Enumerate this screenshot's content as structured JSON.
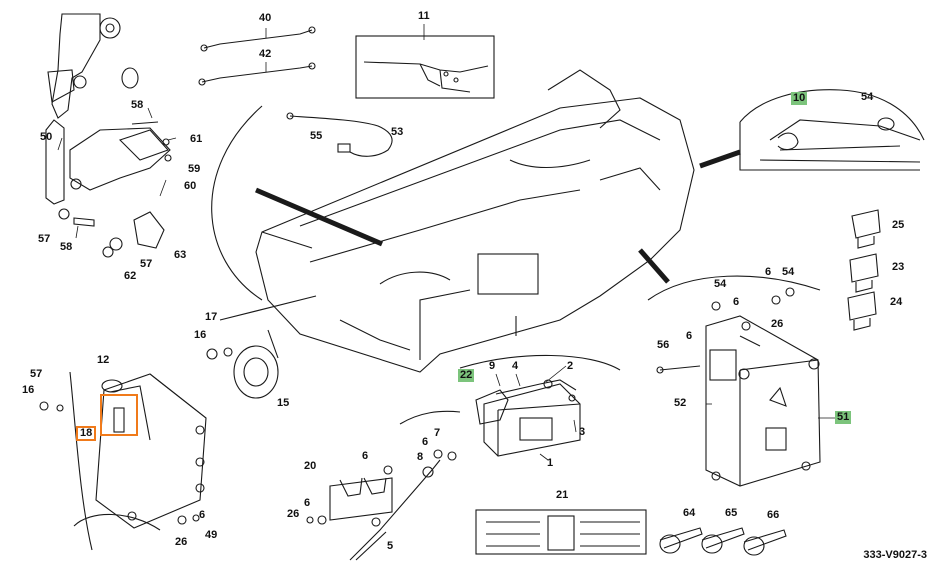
{
  "callouts": {
    "n40": "40",
    "n42": "42",
    "n11": "11",
    "n10": "10",
    "n54a": "54",
    "n50": "50",
    "n58a": "58",
    "n61": "61",
    "n59": "59",
    "n60": "60",
    "n57a": "57",
    "n58b": "58",
    "n57b": "57",
    "n62": "62",
    "n63": "63",
    "n55": "55",
    "n53": "53",
    "n25": "25",
    "n23": "23",
    "n24": "24",
    "n54b": "54",
    "n6a": "6",
    "n54c": "54",
    "n6b": "6",
    "n26a": "26",
    "n6c": "6",
    "n56": "56",
    "n52": "52",
    "n51": "51",
    "n17": "17",
    "n16a": "16",
    "n15": "15",
    "n12": "12",
    "n57c": "57",
    "n16b": "16",
    "n18": "18",
    "n22": "22",
    "n9": "9",
    "n4": "4",
    "n2": "2",
    "n3": "3",
    "n1": "1",
    "n7": "7",
    "n6d": "6",
    "n8": "8",
    "n20": "20",
    "n6e": "6",
    "n26b": "26",
    "n6f": "6",
    "n5": "5",
    "n26c": "26",
    "n6g": "6",
    "n49": "49",
    "n21": "21",
    "n64": "64",
    "n65": "65",
    "n66": "66"
  },
  "reference": "333-V9027-3",
  "highlight_colors": {
    "green": "#7cc47c",
    "orange": "#f07a1a"
  }
}
